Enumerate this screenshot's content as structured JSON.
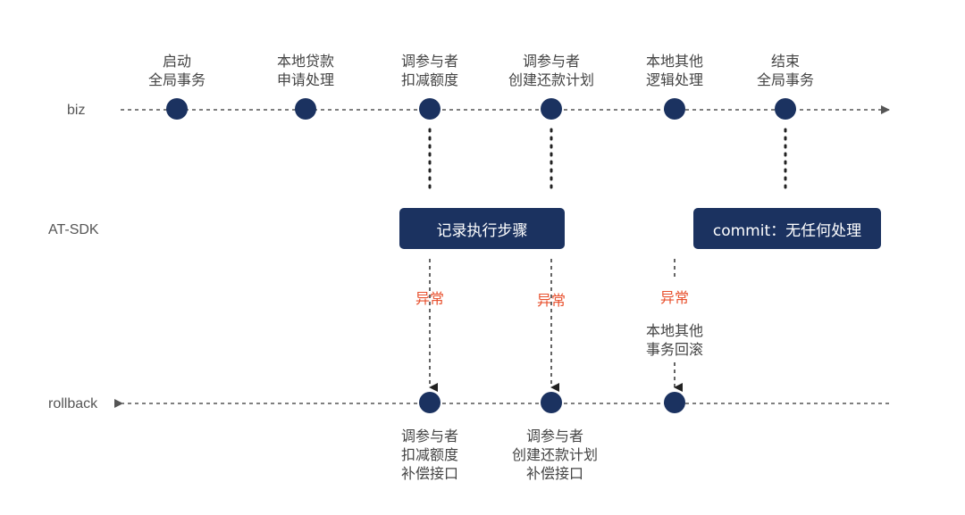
{
  "lanes": {
    "biz": "biz",
    "sdk": "AT-SDK",
    "rollback": "rollback"
  },
  "steps": [
    {
      "line1": "启动",
      "line2": "全局事务"
    },
    {
      "line1": "本地贷款",
      "line2": "申请处理"
    },
    {
      "line1": "调参与者",
      "line2": "扣减额度"
    },
    {
      "line1": "调参与者",
      "line2": "创建还款计划"
    },
    {
      "line1": "本地其他",
      "line2": "逻辑处理"
    },
    {
      "line1": "结束",
      "line2": "全局事务"
    }
  ],
  "sdk_boxes": {
    "record": "记录执行步骤",
    "commit": "commit：无任何处理"
  },
  "exceptions": {
    "e1": "异常",
    "e2": "异常",
    "e3": "异常"
  },
  "local_rollback": {
    "line1": "本地其他",
    "line2": "事务回滚"
  },
  "rollback_steps": [
    {
      "line1": "调参与者",
      "line2": "扣减额度",
      "line3": "补偿接口"
    },
    {
      "line1": "调参与者",
      "line2": "创建还款计划",
      "line3": "补偿接口"
    }
  ],
  "colors": {
    "node": "#1b3260",
    "box": "#1b3260",
    "exception": "#e8502d",
    "line": "#555555"
  }
}
